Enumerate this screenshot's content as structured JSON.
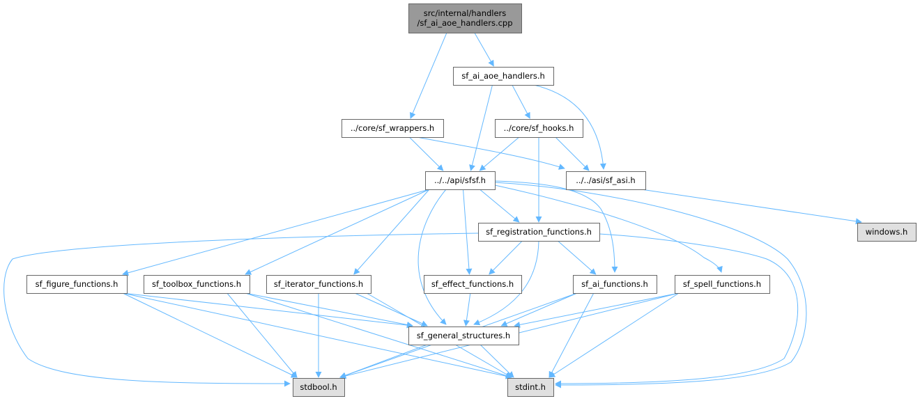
{
  "colors": {
    "root_fill": "#999999",
    "node_fill": "#ffffff",
    "external_fill": "#e0e0e0",
    "border": "#666666",
    "edge": "#63b8ff"
  },
  "nodes": {
    "root": {
      "label": "src/internal/handlers\n/sf_ai_aoe_handlers.cpp",
      "kind": "root"
    },
    "aoe_h": {
      "label": "sf_ai_aoe_handlers.h",
      "kind": "file"
    },
    "wrappers": {
      "label": "../core/sf_wrappers.h",
      "kind": "file"
    },
    "hooks": {
      "label": "../core/sf_hooks.h",
      "kind": "file"
    },
    "sfsf": {
      "label": "../../api/sfsf.h",
      "kind": "file"
    },
    "asi": {
      "label": "../../asi/sf_asi.h",
      "kind": "file"
    },
    "windows": {
      "label": "windows.h",
      "kind": "external"
    },
    "registration": {
      "label": "sf_registration_functions.h",
      "kind": "file"
    },
    "figure": {
      "label": "sf_figure_functions.h",
      "kind": "file"
    },
    "toolbox": {
      "label": "sf_toolbox_functions.h",
      "kind": "file"
    },
    "iterator": {
      "label": "sf_iterator_functions.h",
      "kind": "file"
    },
    "effect": {
      "label": "sf_effect_functions.h",
      "kind": "file"
    },
    "ai": {
      "label": "sf_ai_functions.h",
      "kind": "file"
    },
    "spell": {
      "label": "sf_spell_functions.h",
      "kind": "file"
    },
    "general": {
      "label": "sf_general_structures.h",
      "kind": "file"
    },
    "stdbool": {
      "label": "stdbool.h",
      "kind": "external"
    },
    "stdint": {
      "label": "stdint.h",
      "kind": "external"
    }
  },
  "edges": [
    [
      "root",
      "wrappers"
    ],
    [
      "root",
      "aoe_h"
    ],
    [
      "aoe_h",
      "hooks"
    ],
    [
      "aoe_h",
      "sfsf"
    ],
    [
      "aoe_h",
      "asi"
    ],
    [
      "wrappers",
      "sfsf"
    ],
    [
      "wrappers",
      "asi"
    ],
    [
      "hooks",
      "sfsf"
    ],
    [
      "hooks",
      "asi"
    ],
    [
      "hooks",
      "registration"
    ],
    [
      "asi",
      "windows"
    ],
    [
      "sfsf",
      "registration"
    ],
    [
      "sfsf",
      "figure"
    ],
    [
      "sfsf",
      "toolbox"
    ],
    [
      "sfsf",
      "iterator"
    ],
    [
      "sfsf",
      "effect"
    ],
    [
      "sfsf",
      "general"
    ],
    [
      "sfsf",
      "ai"
    ],
    [
      "sfsf",
      "spell"
    ],
    [
      "sfsf",
      "stdint"
    ],
    [
      "registration",
      "effect"
    ],
    [
      "registration",
      "ai"
    ],
    [
      "registration",
      "general"
    ],
    [
      "registration",
      "stdbool"
    ],
    [
      "registration",
      "stdint"
    ],
    [
      "figure",
      "general"
    ],
    [
      "figure",
      "stdbool"
    ],
    [
      "figure",
      "stdint"
    ],
    [
      "toolbox",
      "general"
    ],
    [
      "toolbox",
      "stdbool"
    ],
    [
      "toolbox",
      "stdint"
    ],
    [
      "iterator",
      "general"
    ],
    [
      "iterator",
      "stdbool"
    ],
    [
      "iterator",
      "stdint"
    ],
    [
      "effect",
      "general"
    ],
    [
      "ai",
      "general"
    ],
    [
      "ai",
      "stdbool"
    ],
    [
      "ai",
      "stdint"
    ],
    [
      "spell",
      "general"
    ],
    [
      "spell",
      "stdbool"
    ],
    [
      "spell",
      "stdint"
    ],
    [
      "general",
      "stdbool"
    ],
    [
      "general",
      "stdint"
    ]
  ]
}
